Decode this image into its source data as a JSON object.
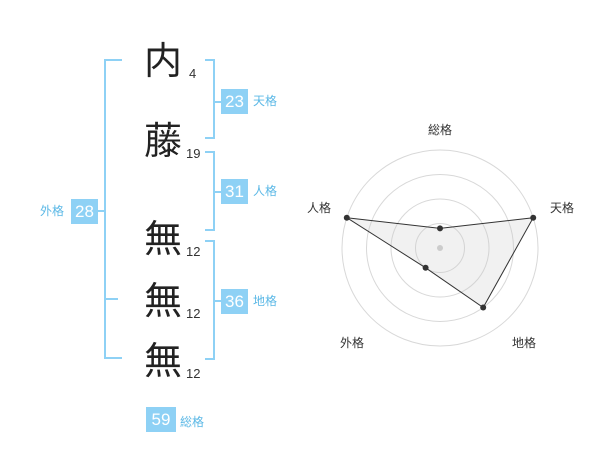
{
  "name": {
    "chars": [
      {
        "char": "内",
        "strokes": "4"
      },
      {
        "char": "藤",
        "strokes": "19"
      },
      {
        "char": "無",
        "strokes": "12"
      },
      {
        "char": "無",
        "strokes": "12"
      },
      {
        "char": "無",
        "strokes": "12"
      }
    ]
  },
  "fortunes": {
    "tenkaku": {
      "value": "23",
      "label": "天格"
    },
    "jinkaku": {
      "value": "31",
      "label": "人格"
    },
    "chikaku": {
      "value": "36",
      "label": "地格"
    },
    "gaikaku": {
      "value": "28",
      "label": "外格"
    },
    "soukaku": {
      "value": "59",
      "label": "総格"
    }
  },
  "colors": {
    "accent": "#8ed1f5",
    "accent_text": "#5bb8e6"
  },
  "chart_data": {
    "type": "radar",
    "axes": [
      "総格",
      "天格",
      "地格",
      "外格",
      "人格"
    ],
    "rings": 4,
    "values": [
      0.2,
      1.0,
      0.75,
      0.25,
      1.0
    ],
    "range": [
      0,
      1
    ]
  }
}
